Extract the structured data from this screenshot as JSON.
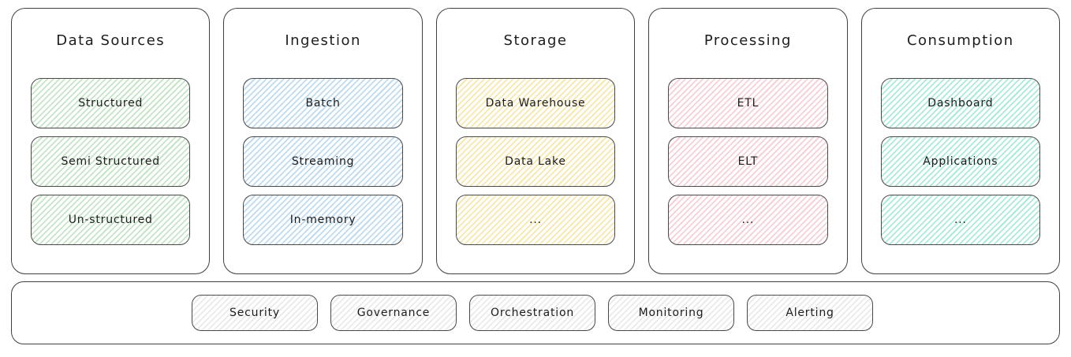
{
  "diagram": {
    "layers": [
      {
        "title": "Data Sources",
        "color_name": "green",
        "hatch_color": "#c3e5c4",
        "items": [
          "Structured",
          "Semi Structured",
          "Un-structured"
        ]
      },
      {
        "title": "Ingestion",
        "color_name": "blue",
        "hatch_color": "#bedbf0",
        "items": [
          "Batch",
          "Streaming",
          "In-memory"
        ]
      },
      {
        "title": "Storage",
        "color_name": "yellow",
        "hatch_color": "#f8e7ad",
        "items": [
          "Data Warehouse",
          "Data Lake",
          "..."
        ]
      },
      {
        "title": "Processing",
        "color_name": "pink",
        "hatch_color": "#f6d0d6",
        "items": [
          "ETL",
          "ELT",
          "..."
        ]
      },
      {
        "title": "Consumption",
        "color_name": "teal",
        "hatch_color": "#abe9da",
        "items": [
          "Dashboard",
          "Applications",
          "..."
        ]
      }
    ],
    "cross_cutting": {
      "hatch_color": "#eaeaea",
      "items": [
        "Security",
        "Governance",
        "Orchestration",
        "Monitoring",
        "Alerting"
      ]
    },
    "style": {
      "border_color": "#404040",
      "text_color": "#1d1d1d",
      "background": "#ffffff"
    }
  }
}
